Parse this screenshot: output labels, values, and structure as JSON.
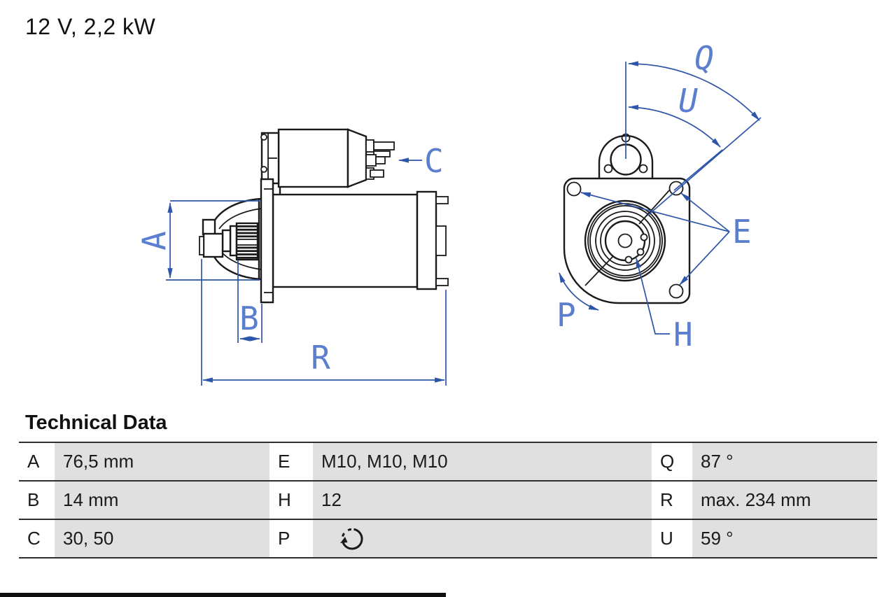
{
  "title": "12 V, 2,2 kW",
  "section_heading": "Technical Data",
  "colors": {
    "line_black": "#1a1a1a",
    "dimension_blue": "#2d55a9",
    "label_blue": "#5b7ecf",
    "cell_gray": "#e0e0e0"
  },
  "diagram": {
    "side_view": {
      "labels": {
        "A": "A",
        "B": "B",
        "C": "C",
        "R": "R"
      }
    },
    "front_view": {
      "labels": {
        "Q": "Q",
        "U": "U",
        "E": "E",
        "H": "H",
        "P": "P"
      }
    }
  },
  "table": {
    "rows": [
      {
        "c0": {
          "key": "A",
          "value": "76,5 mm"
        },
        "c1": {
          "key": "E",
          "value": "M10, M10, M10"
        },
        "c2": {
          "key": "Q",
          "value": "87 °"
        }
      },
      {
        "c0": {
          "key": "B",
          "value": "14 mm"
        },
        "c1": {
          "key": "H",
          "value": "12"
        },
        "c2": {
          "key": "R",
          "value": "max. 234 mm"
        }
      },
      {
        "c0": {
          "key": "C",
          "value": "30, 50"
        },
        "c1": {
          "key": "P",
          "value": "",
          "value_icon": "rotation-direction-icon"
        },
        "c2": {
          "key": "U",
          "value": "59 °"
        }
      }
    ]
  }
}
